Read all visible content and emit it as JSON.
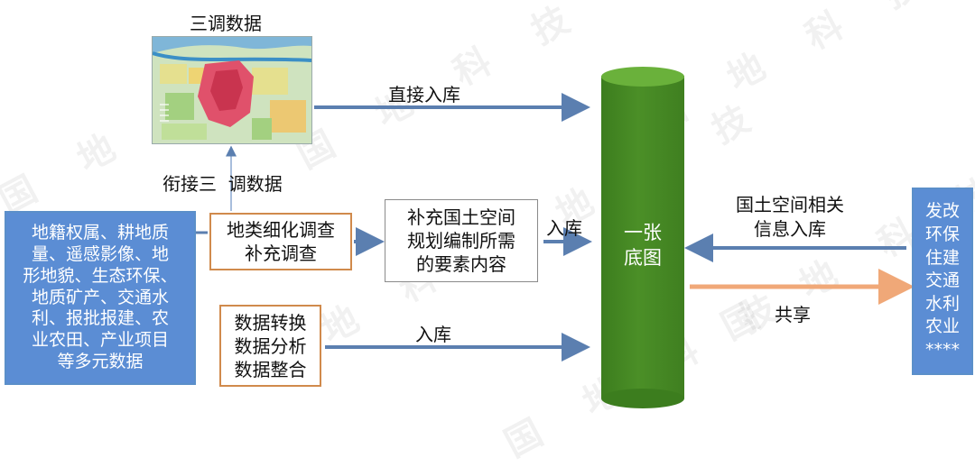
{
  "map": {
    "title": "三调数据"
  },
  "labels": {
    "direct_import": "直接入库",
    "connect_survey": "衔接三  调数据",
    "import_mid": "入库",
    "import_bottom": "入库",
    "national_info": "国土空间相关\n信息入库",
    "share": "共享"
  },
  "boxes": {
    "land_detail": "地类细化调查\n补充调查",
    "supplement": "补充国土空间\n规划编制所需\n的要素内容",
    "data_process": "数据转换\n数据分析\n数据整合",
    "left_sources": "地籍权属、耕地质\n量、遥感影像、地\n形地貌、生态环保、\n地质矿产、交通水\n利、报批报建、农\n业农田、产业项目\n等多元数据",
    "departments": "发改\n环保\n住建\n交通\n水利\n农业\n****"
  },
  "cylinder": {
    "label": "一张\n底图"
  },
  "watermark": "国 地 科 技",
  "colors": {
    "arrow_blue": "#5b7fb0",
    "arrow_orange": "#f0a878",
    "cylinder_green": "#3f7f20",
    "box_blue": "#5b8dd4",
    "box_orange_border": "#d08a4c"
  }
}
